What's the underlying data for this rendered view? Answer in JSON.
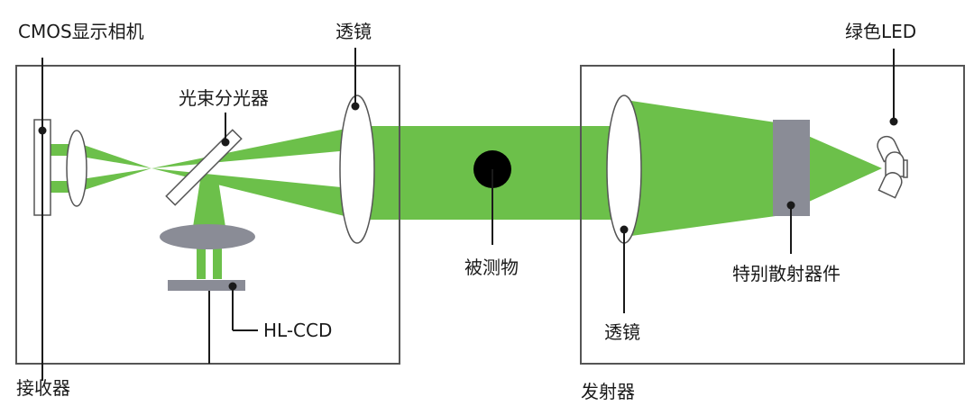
{
  "labels": {
    "cmos_camera": "CMOS显示相机",
    "lens_receiver": "透镜",
    "beam_splitter": "光束分光器",
    "green_led": "绿色LED",
    "target_object": "被测物",
    "scatter_element": "特别散射器件",
    "lens_emitter": "透镜",
    "hl_ccd": "HL-CCD",
    "receiver": "接收器",
    "emitter": "发射器"
  },
  "colors": {
    "beam": "#6cc04a",
    "box_stroke": "#555555",
    "grey_part": "#8a8c96",
    "leader": "#1a1a1a"
  }
}
